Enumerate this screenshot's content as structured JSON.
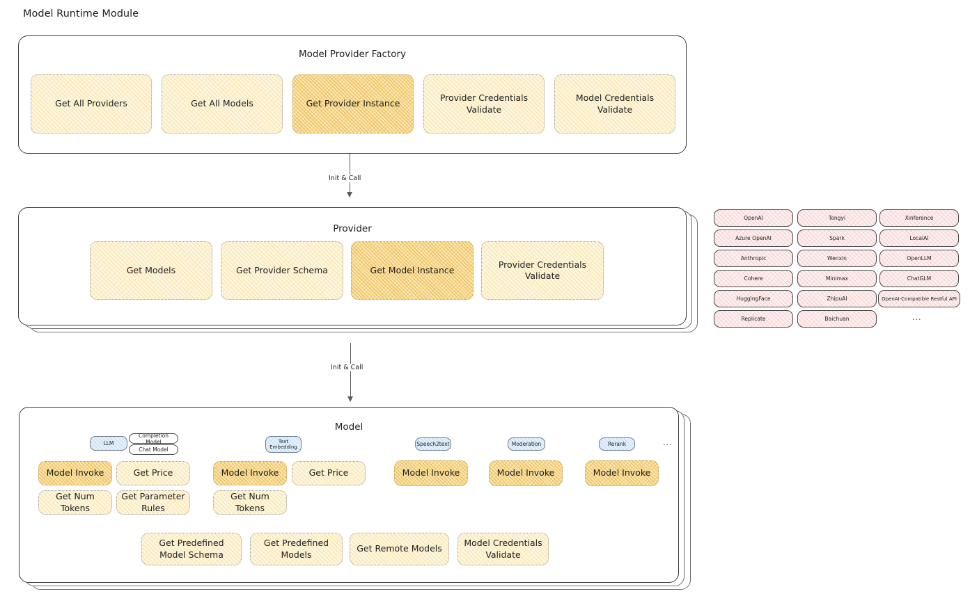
{
  "page": {
    "title": "Model Runtime Module"
  },
  "factory": {
    "title": "Model Provider Factory",
    "methods": [
      {
        "label": "Get All Providers",
        "highlight": false
      },
      {
        "label": "Get All Models",
        "highlight": false
      },
      {
        "label": "Get Provider Instance",
        "highlight": true
      },
      {
        "label": "Provider Credentials Validate",
        "highlight": false
      },
      {
        "label": "Model Credentials Validate",
        "highlight": false
      }
    ]
  },
  "arrow1": {
    "label": "Init & Call"
  },
  "provider": {
    "title": "Provider",
    "methods": [
      {
        "label": "Get Models",
        "highlight": false
      },
      {
        "label": "Get Provider Schema",
        "highlight": false
      },
      {
        "label": "Get Model Instance",
        "highlight": true
      },
      {
        "label": "Provider Credentials Validate",
        "highlight": false
      }
    ]
  },
  "arrow2": {
    "label": "Init & Call"
  },
  "providers_list": {
    "columns": [
      [
        "OpenAI",
        "Azure OpenAI",
        "Anthropic",
        "Cohere",
        "HuggingFace",
        "Replicate"
      ],
      [
        "Tongyi",
        "Spark",
        "Wenxin",
        "Minimax",
        "ZhipuAI",
        "Baichuan"
      ],
      [
        "Xinference",
        "LocalAI",
        "OpenLLM",
        "ChatGLM",
        "OpenAI-Compatible Restful API"
      ]
    ],
    "more": "..."
  },
  "model": {
    "title": "Model",
    "more": "...",
    "types": [
      {
        "name": "LLM",
        "sub": [
          "Completion Model",
          "Chat Model"
        ],
        "methods": [
          {
            "label": "Model Invoke",
            "highlight": true
          },
          {
            "label": "Get Price",
            "highlight": false
          },
          {
            "label": "Get Num Tokens",
            "highlight": false
          },
          {
            "label": "Get Parameter Rules",
            "highlight": false
          }
        ]
      },
      {
        "name": "Text Embedding",
        "sub": [],
        "methods": [
          {
            "label": "Model Invoke",
            "highlight": true
          },
          {
            "label": "Get Price",
            "highlight": false
          },
          {
            "label": "Get Num Tokens",
            "highlight": false
          }
        ]
      },
      {
        "name": "Speech2text",
        "sub": [],
        "methods": [
          {
            "label": "Model Invoke",
            "highlight": true
          }
        ]
      },
      {
        "name": "Moderation",
        "sub": [],
        "methods": [
          {
            "label": "Model Invoke",
            "highlight": true
          }
        ]
      },
      {
        "name": "Rerank",
        "sub": [],
        "methods": [
          {
            "label": "Model Invoke",
            "highlight": true
          }
        ]
      }
    ],
    "common_methods": [
      {
        "label": "Get Predefined Model Schema"
      },
      {
        "label": "Get Predefined Models"
      },
      {
        "label": "Get Remote Models"
      },
      {
        "label": "Model Credentials Validate"
      }
    ]
  },
  "colors": {
    "accent_fill": "#fdf6e0",
    "accent_strong": "#fbe7b4",
    "chip_blue": "#e4f0fb",
    "pill_pink": "#fdf0f0",
    "stroke": "#1e1e1e"
  }
}
